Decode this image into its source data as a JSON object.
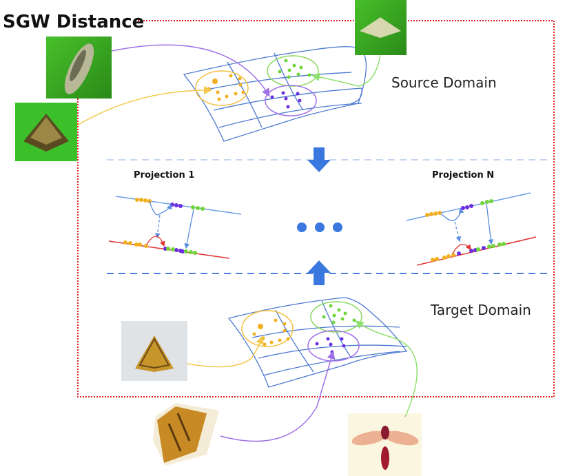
{
  "title": "SGW Distance",
  "source_label": "Source Domain",
  "target_label": "Target Domain",
  "projection_first_label": "Projection 1",
  "projection_last_label": "Projection N",
  "ellipsis_label": "• • •",
  "colors": {
    "frame": "#e02020",
    "grid": "#4a78d0",
    "class_yellow": "#f2b01e",
    "class_purple": "#6a2de0",
    "class_green": "#6fd63a",
    "link_purple": "#a070e8",
    "link_green": "#90e070",
    "link_yellow": "#f4c84a",
    "arrow": "#3a78e0",
    "proj_top_line": "#6a9ee8",
    "proj_bottom_line": "#e03030"
  },
  "images": [
    {
      "id": "source-insect-1",
      "desc": "grasshopper on green leaf"
    },
    {
      "id": "source-insect-2",
      "desc": "moth on green leaf"
    },
    {
      "id": "source-insect-3",
      "desc": "moth on green stem"
    },
    {
      "id": "target-insect-1",
      "desc": "yellow moth on gray"
    },
    {
      "id": "target-insect-2",
      "desc": "yellow moth side view"
    },
    {
      "id": "target-insect-3",
      "desc": "red wasp illustration"
    }
  ]
}
